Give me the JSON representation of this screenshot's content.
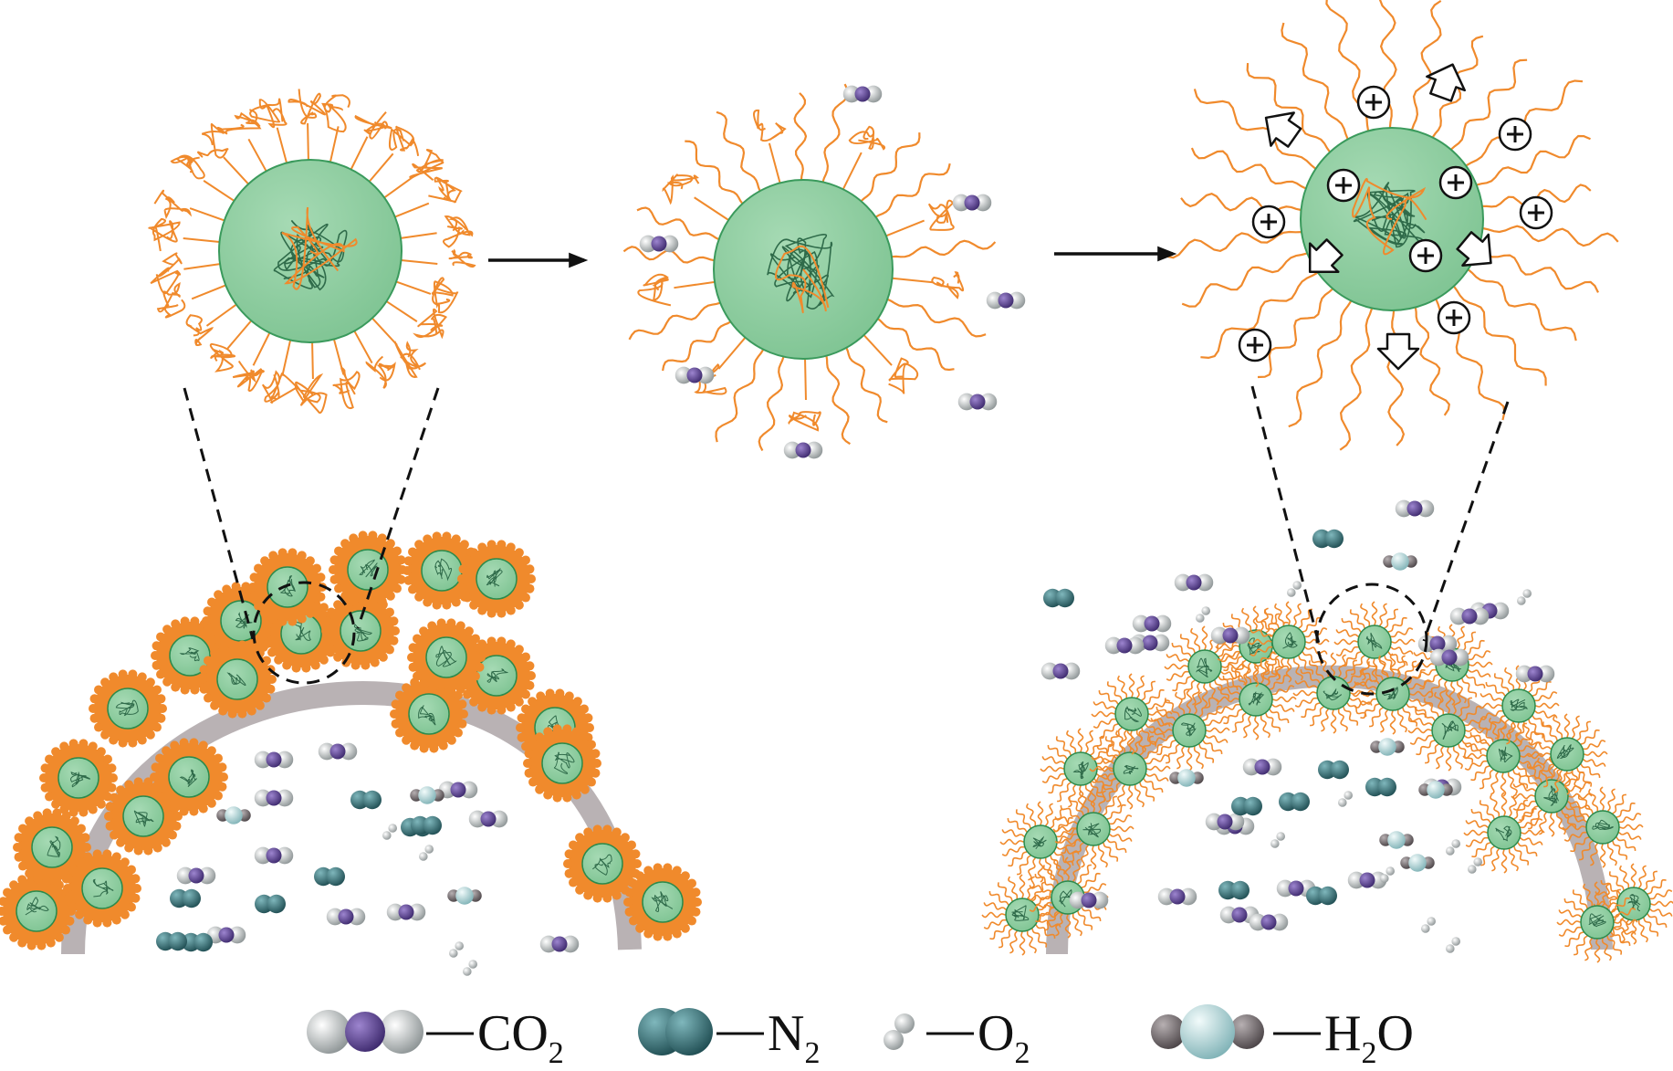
{
  "legend": [
    {
      "id": "co2",
      "formula": "CO",
      "subscript": "2",
      "tail": "",
      "icon": "co2-molecule-icon"
    },
    {
      "id": "n2",
      "formula": "N",
      "subscript": "2",
      "tail": "",
      "icon": "n2-molecule-icon"
    },
    {
      "id": "o2",
      "formula": "O",
      "subscript": "2",
      "tail": "",
      "icon": "o2-molecule-icon"
    },
    {
      "id": "h2o",
      "formula": "H",
      "subscript": "2",
      "tail": "O",
      "icon": "h2o-molecule-icon"
    }
  ],
  "colors": {
    "core": "#8fcca0",
    "core_stroke": "#3a9a5c",
    "brush": "#f08a2c",
    "substrate": "#b9b2b4",
    "co2_center": "#6a4f9c",
    "co2_end": "#cfd3d4",
    "n2": "#3d7a80",
    "o2": "#d9dcdc",
    "h2o_center": "#bfe0e2",
    "h2o_end": "#6b6467",
    "arrow": "#111111"
  }
}
